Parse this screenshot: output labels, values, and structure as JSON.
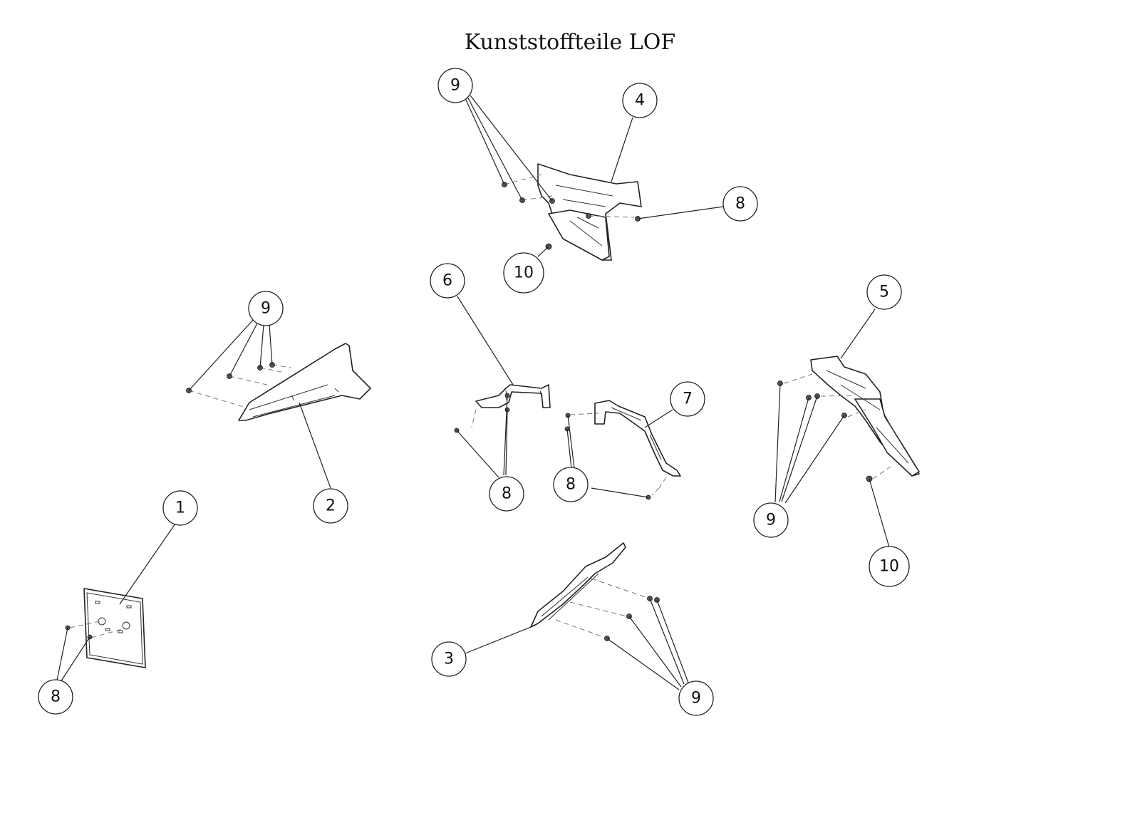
{
  "title": "Kunststoffteile LOF",
  "callouts": [
    {
      "id": "c9-top",
      "label": "9"
    },
    {
      "id": "c4",
      "label": "4"
    },
    {
      "id": "c8-top",
      "label": "8"
    },
    {
      "id": "c10-top",
      "label": "10"
    },
    {
      "id": "c9-left",
      "label": "9"
    },
    {
      "id": "c2",
      "label": "2"
    },
    {
      "id": "c6",
      "label": "6"
    },
    {
      "id": "c7",
      "label": "7"
    },
    {
      "id": "c8-mid-left",
      "label": "8"
    },
    {
      "id": "c8-mid-right",
      "label": "8"
    },
    {
      "id": "c5",
      "label": "5"
    },
    {
      "id": "c9-right",
      "label": "9"
    },
    {
      "id": "c10-right",
      "label": "10"
    },
    {
      "id": "c1",
      "label": "1"
    },
    {
      "id": "c8-bottom-left",
      "label": "8"
    },
    {
      "id": "c3",
      "label": "3"
    },
    {
      "id": "c9-bottom",
      "label": "9"
    }
  ]
}
